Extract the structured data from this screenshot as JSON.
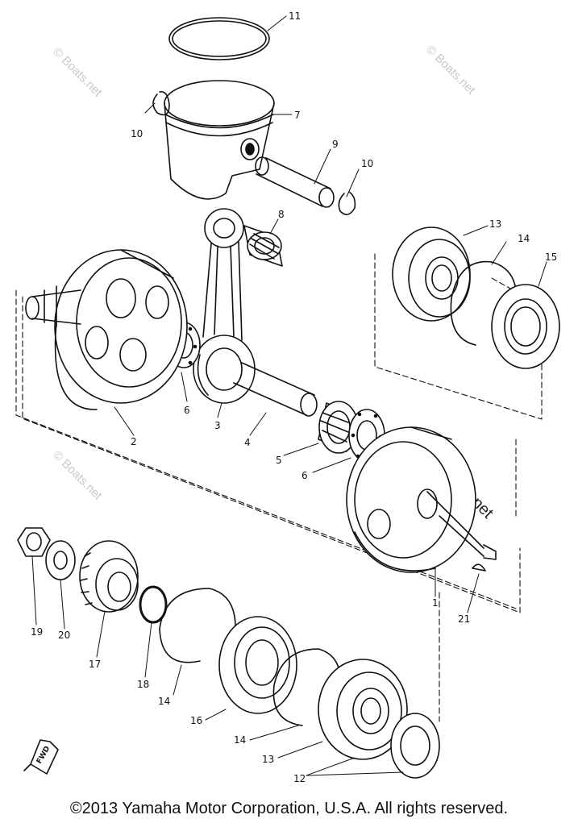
{
  "callouts": {
    "c1": "1",
    "c2": "2",
    "c3": "3",
    "c4": "4",
    "c5": "5",
    "c6a": "6",
    "c6b": "6",
    "c7": "7",
    "c8": "8",
    "c9": "9",
    "c10a": "10",
    "c10b": "10",
    "c11": "11",
    "c12": "12",
    "c13a": "13",
    "c13b": "13",
    "c14a": "14",
    "c14b": "14",
    "c14c": "14",
    "c15": "15",
    "c16": "16",
    "c17": "17",
    "c18": "18",
    "c19": "19",
    "c20": "20",
    "c21": "21"
  },
  "watermarks": {
    "w1": "© Boats.net",
    "w2": "© Boats.net",
    "w3": "© Boats.net",
    "w4": "© Boats.net"
  },
  "fwd_label": "FWD",
  "copyright": "©2013 Yamaha Motor Corporation, U.S.A. All rights reserved."
}
